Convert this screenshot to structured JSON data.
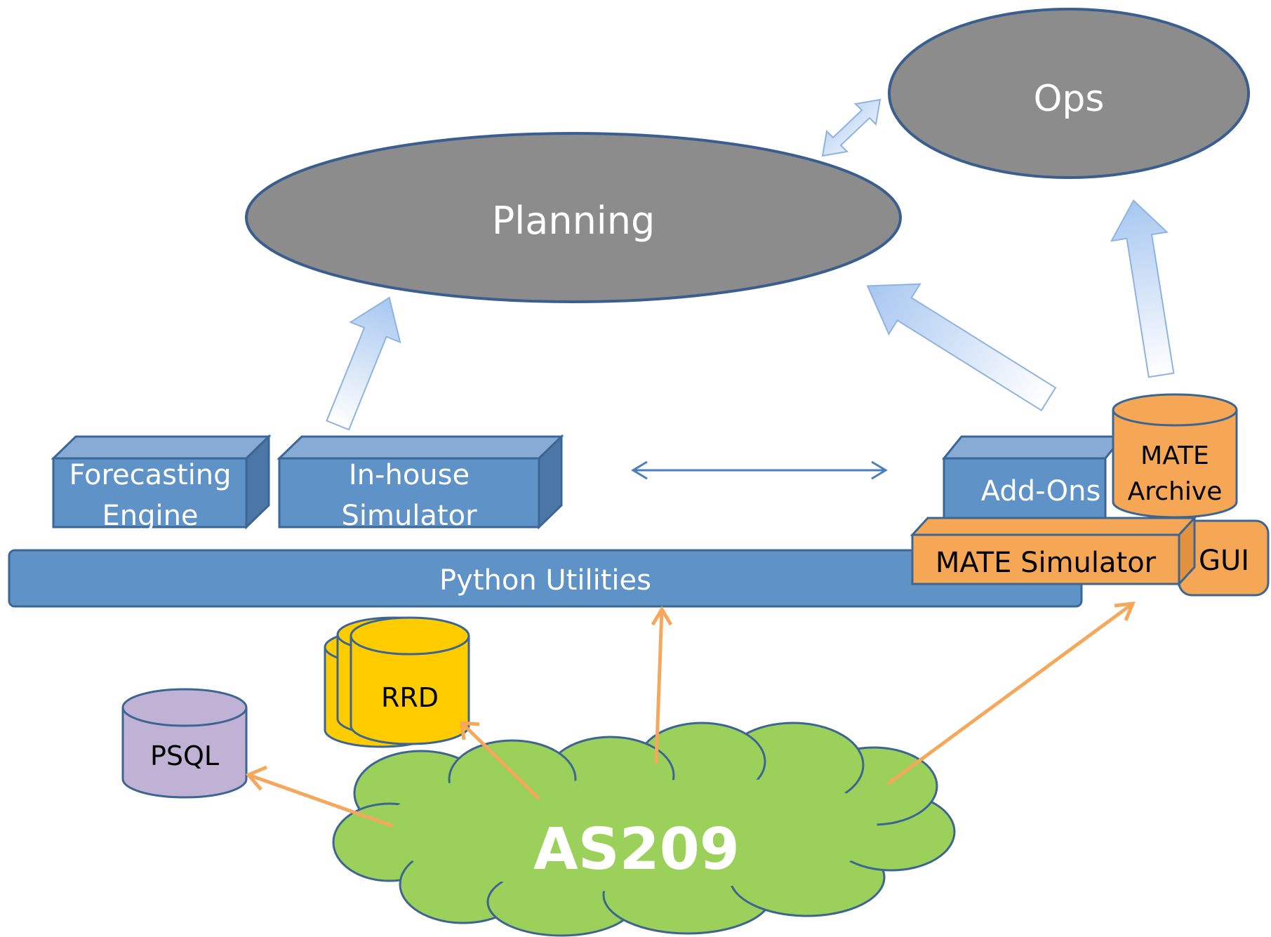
{
  "labels": {
    "ops": "Ops",
    "planning": "Planning",
    "forecasting_line1": "Forecasting",
    "forecasting_line2": "Engine",
    "inhouse_line1": "In-house",
    "inhouse_line2": "Simulator",
    "addons": "Add-Ons",
    "mate_archive_line1": "MATE",
    "mate_archive_line2": "Archive",
    "mate_simulator": "MATE Simulator",
    "gui": "GUI",
    "python_utilities": "Python Utilities",
    "rrd": "RRD",
    "psql": "PSQL",
    "as209": "AS209"
  },
  "colors": {
    "ellipse_fill": "#8c8c8c",
    "ellipse_stroke": "#3a5f8f",
    "box_front": "#5f93c7",
    "box_top": "#87abd5",
    "box_side": "#4c76a6",
    "box_stroke": "#3a6796",
    "orange": "#f6a755",
    "orange_stroke": "#3d6591",
    "yellow": "#ffcc00",
    "purple": "#c0b2d5",
    "cloud": "#9bd15a",
    "orange_arrow": "#f5a85c",
    "blue_arrow_light": "#ffffff",
    "blue_arrow_dark": "#a8c8f0"
  }
}
